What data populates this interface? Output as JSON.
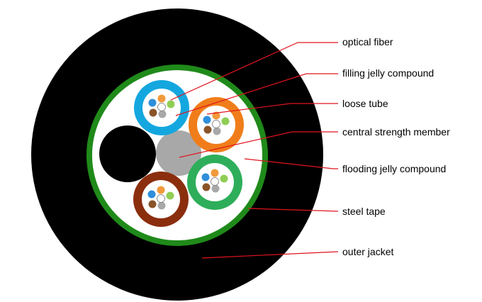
{
  "labels": {
    "optical_fiber": "optical fiber",
    "filling_jelly": "filling jelly compound",
    "loose_tube": "loose tube",
    "central_member": "central strength member",
    "flooding_jelly": "flooding jelly compound",
    "steel_tape": "steel tape",
    "outer_jacket": "outer jacket"
  },
  "colors": {
    "outer_jacket": "#000000",
    "steel_tape": "#1f8a1a",
    "core_fill": "#ffffff",
    "central_member": "#a8a8a8",
    "leader_line": "#e0141e",
    "tube_blue": "#14a7df",
    "tube_orange": "#f07d1a",
    "tube_green": "#2eae5a",
    "tube_brown": "#8b2e0e",
    "fiber_colors": [
      "#2f8fdb",
      "#f29a3c",
      "#8fce55",
      "#8a5428",
      "#a8a8a8",
      "#ffffff"
    ]
  }
}
